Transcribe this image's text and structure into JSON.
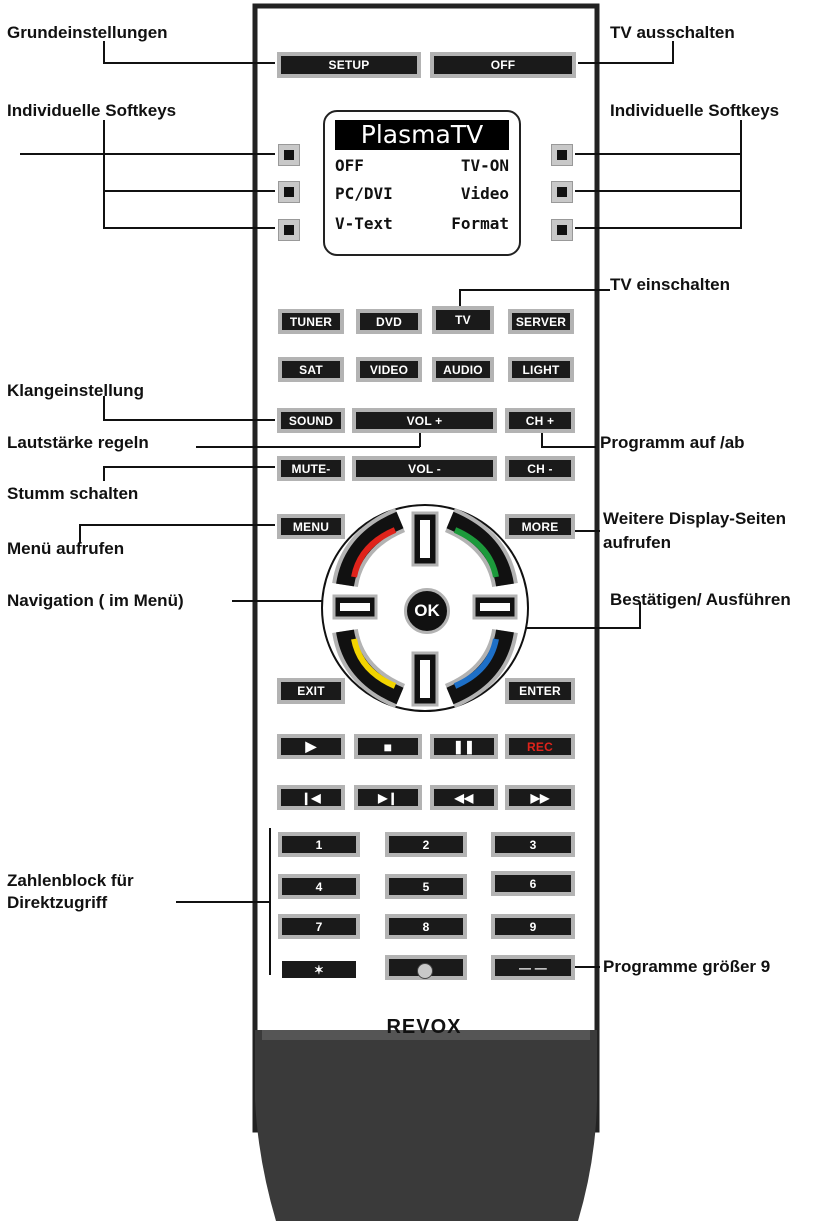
{
  "annotations": {
    "grundeinstellungen": "Grundeinstellungen",
    "tv_ausschalten": "TV ausschalten",
    "softkeys_left": "Individuelle Softkeys",
    "softkeys_right": "Individuelle Softkeys",
    "tv_einschalten": "TV einschalten",
    "klangeinstellung": "Klangeinstellung",
    "lautstaerke": "Lautstärke regeln",
    "programm": "Programm auf /ab",
    "stumm": "Stumm schalten",
    "menu": "Menü aufrufen",
    "weitere_1": "Weitere Display-Seiten",
    "weitere_2": "aufrufen",
    "navigation": "Navigation ( im Menü)",
    "bestaetigen": "Bestätigen/ Ausführen",
    "zahlenblock_1": "Zahlenblock für",
    "zahlenblock_2": "Direktzugriff",
    "programme_9": "Programme größer 9"
  },
  "display": {
    "title": "PlasmaTV",
    "rows": [
      {
        "left": "OFF",
        "right": "TV-ON"
      },
      {
        "left": "PC/DVI",
        "right": "Video"
      },
      {
        "left": "V-Text",
        "right": "Format"
      }
    ]
  },
  "buttons": {
    "setup": "SETUP",
    "off": "OFF",
    "tuner": "TUNER",
    "dvd": "DVD",
    "tv": "TV",
    "server": "SERVER",
    "sat": "SAT",
    "video": "VIDEO",
    "audio": "AUDIO",
    "light": "LIGHT",
    "sound": "SOUND",
    "vol_plus": "VOL +",
    "ch_plus": "CH +",
    "mute": "MUTE-",
    "vol_minus": "VOL -",
    "ch_minus": "CH -",
    "menu": "MENU",
    "more": "MORE",
    "ok": "OK",
    "exit": "EXIT",
    "enter": "ENTER",
    "rec": "REC",
    "num": [
      "1",
      "2",
      "3",
      "4",
      "5",
      "6",
      "7",
      "8",
      "9",
      "✶",
      "0",
      "— —"
    ]
  },
  "brand": "REVOX",
  "colors": {
    "red": "#e0231b",
    "green": "#1c9a3b",
    "yellow": "#f2d400",
    "blue": "#1d6fc7",
    "rec": "#e0231b"
  }
}
